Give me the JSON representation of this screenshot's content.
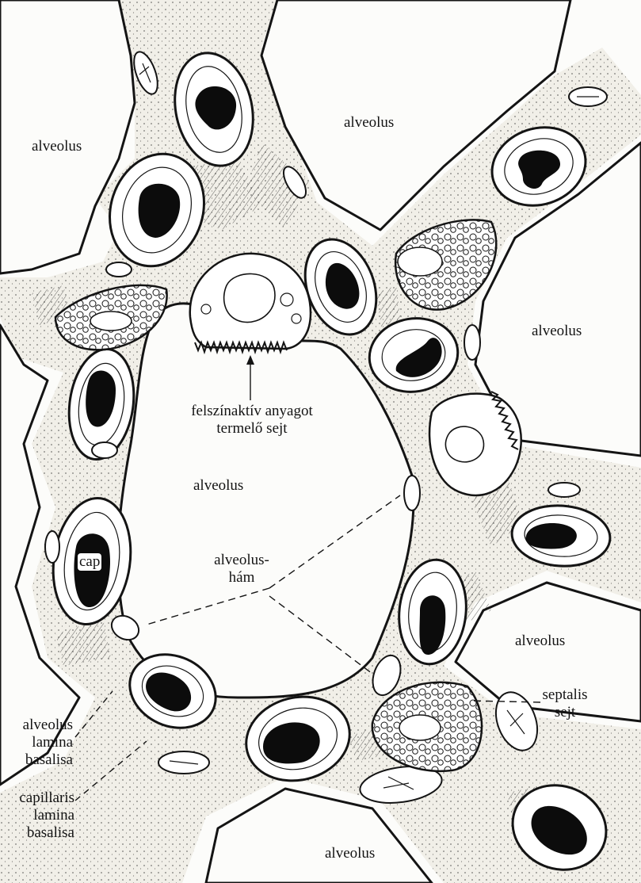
{
  "labels": {
    "alveolus_top_left": "alveolus",
    "alveolus_top_center": "alveolus",
    "alveolus_right": "alveolus",
    "alveolus_center": "alveolus",
    "alveolus_lower_right": "alveolus",
    "alveolus_bottom": "alveolus",
    "surfactant_cell_line1": "felszínaktív anyagot",
    "surfactant_cell_line2": "termelő sejt",
    "alveolar_epithelium_line1": "alveolus-",
    "alveolar_epithelium_line2": "hám",
    "septal_cell_line1": "septalis",
    "septal_cell_line2": "sejt",
    "capillary": "cap",
    "alveolar_basal_line1": "alveolus",
    "alveolar_basal_line2": "lamina",
    "alveolar_basal_line3": "basalisa",
    "capillary_basal_line1": "capillaris",
    "capillary_basal_line2": "lamina",
    "capillary_basal_line3": "basalisa"
  },
  "colors": {
    "ink": "#141414",
    "paper": "#fcfcfa",
    "tissue": "#f1efe8"
  }
}
